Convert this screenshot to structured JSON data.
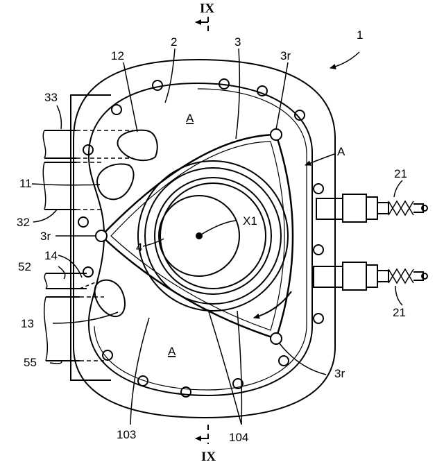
{
  "figure": {
    "section_mark_top": "IX",
    "section_mark_bottom": "IX",
    "labels": {
      "device": "1",
      "housing": "2",
      "rotor": "3",
      "shaft": "4",
      "axis": "X1",
      "intake_port": "11",
      "intake_port_upper": "12",
      "exhaust_port": "13",
      "exhaust_edge": "14",
      "spark_plug_upper": "21",
      "spark_plug_lower": "21",
      "intake_pipe_upper": "33",
      "intake_pipe_lower": "32",
      "exhaust_pipe_upper": "52",
      "exhaust_pipe_lower": "55",
      "flank_edge": "103",
      "gear_rings": "104",
      "apex_seal_top": "3r",
      "apex_seal_left": "3r",
      "apex_seal_bottom": "3r",
      "chamber_top": "A",
      "chamber_right": "A",
      "chamber_bottom": "A"
    }
  }
}
